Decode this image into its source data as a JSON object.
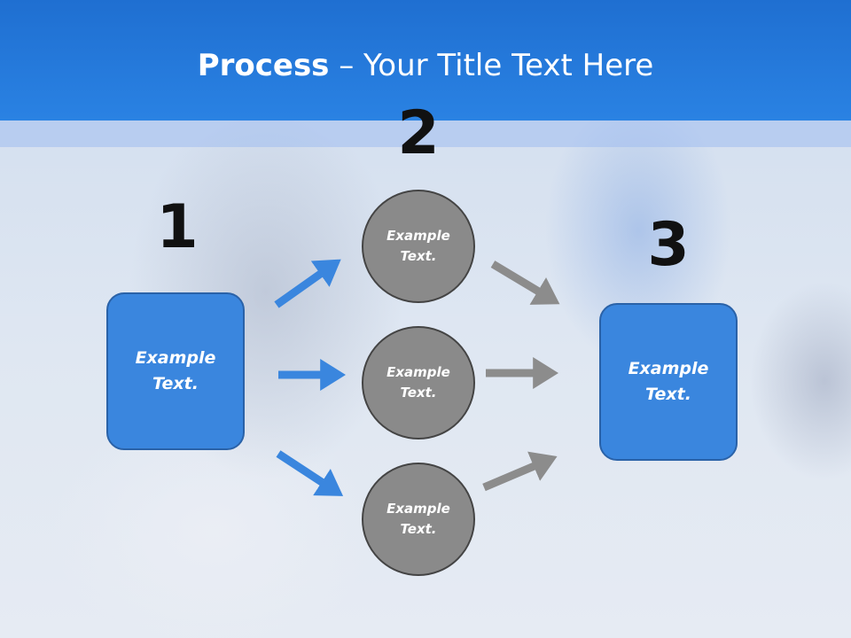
{
  "title": {
    "bold": "Process",
    "rest": " – Your Title Text Here"
  },
  "numbers": [
    "1",
    "2",
    "3"
  ],
  "left_box": {
    "text": "Example Text."
  },
  "circles": [
    {
      "text": "Example Text."
    },
    {
      "text": "Example Text."
    },
    {
      "text": "Example Text."
    }
  ],
  "right_box": {
    "text": "Example Text."
  },
  "colors": {
    "header": "#2a7ee0",
    "box_fill": "#3a86de",
    "box_border": "#2a62a8",
    "circle_fill": "#8a8a8a",
    "circle_border": "#444444",
    "arrow_blue": "#3a86de",
    "arrow_gray": "#8c8c8c"
  }
}
